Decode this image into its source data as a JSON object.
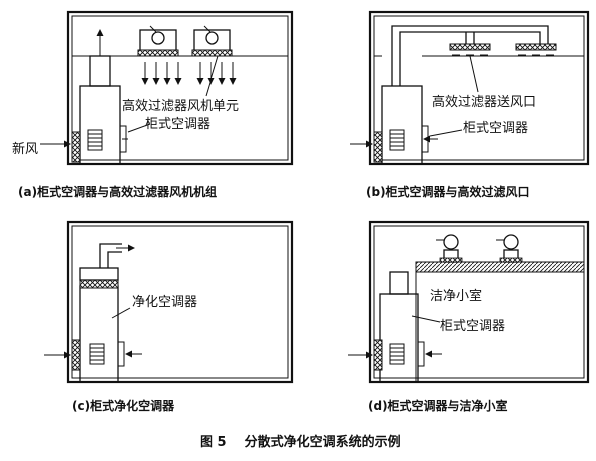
{
  "panels": {
    "a": {
      "caption": "(a)柜式空调器与高效过滤器风机机组",
      "label_hepa_fan": "高效过滤器风机单元",
      "label_cabinet": "柜式空调器",
      "label_fresh_air": "新风"
    },
    "b": {
      "caption": "(b)柜式空调器与高效过滤风口",
      "label_hepa_outlet": "高效过滤器送风口",
      "label_cabinet": "柜式空调器"
    },
    "c": {
      "caption": "(c)柜式净化空调器",
      "label_purifier": "净化空调器"
    },
    "d": {
      "caption": "(d)柜式空调器与洁净小室",
      "label_clean_booth": "洁净小室",
      "label_cabinet": "柜式空调器"
    }
  },
  "figure_caption": "图 5    分散式净化空调系统的示例"
}
